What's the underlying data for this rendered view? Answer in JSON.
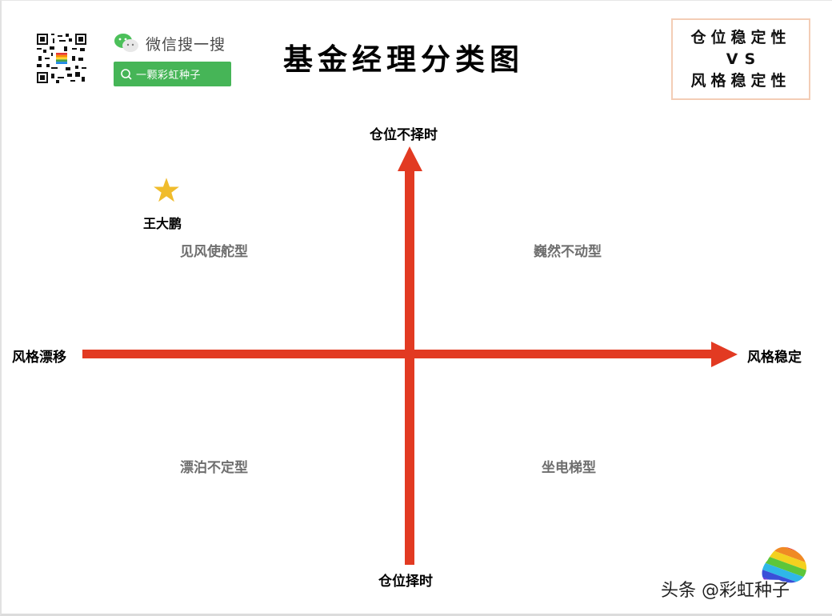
{
  "header": {
    "title": "基金经理分类图",
    "wechat_label": "微信搜一搜",
    "search_text": "一颗彩虹种子"
  },
  "vs_box": {
    "line1": "仓位稳定性",
    "line2": "VS",
    "line3": "风格稳定性"
  },
  "axes": {
    "y_top": "仓位不择时",
    "y_bottom": "仓位择时",
    "x_left": "风格漂移",
    "x_right": "风格稳定"
  },
  "quadrants": {
    "top_left": "见风使舵型",
    "top_right": "巍然不动型",
    "bottom_left": "漂泊不定型",
    "bottom_right": "坐电梯型"
  },
  "marker": {
    "label": "王大鹏",
    "icon": "star-icon",
    "quadrant": "top_left",
    "color": "#f0bc2c"
  },
  "footer": {
    "watermark": "头条 @彩虹种子"
  },
  "colors": {
    "arrow": "#e23a22",
    "search_green": "#46b557",
    "quadrant_text": "#6e6e6e",
    "vs_border": "#f3cdb6"
  }
}
